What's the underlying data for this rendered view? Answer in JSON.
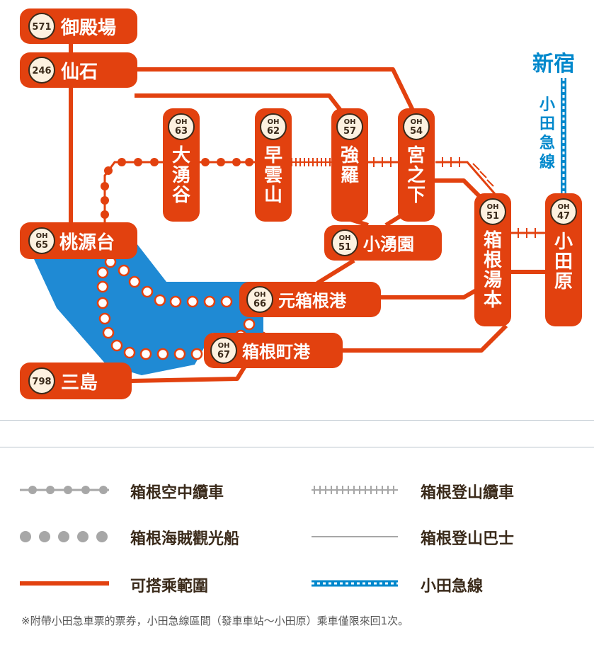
{
  "stations": {
    "gotemba": {
      "code": "571",
      "name": "御殿場"
    },
    "sengoku": {
      "code": "246",
      "name": "仙石"
    },
    "owakudani": {
      "code_top": "OH",
      "code_num": "63",
      "name": [
        "大",
        "湧",
        "谷"
      ]
    },
    "sounzan": {
      "code_top": "OH",
      "code_num": "62",
      "name": [
        "早",
        "雲",
        "山"
      ]
    },
    "gora": {
      "code_top": "OH",
      "code_num": "57",
      "name": [
        "強",
        "羅"
      ]
    },
    "miyanoshita": {
      "code_top": "OH",
      "code_num": "54",
      "name": [
        "宮",
        "之",
        "下"
      ]
    },
    "togendai": {
      "code_top": "OH",
      "code_num": "65",
      "name": "桃源台"
    },
    "kowakien": {
      "code_top": "OH",
      "code_num": "51",
      "name": "小湧園"
    },
    "hakoneyumoto": {
      "code_top": "OH",
      "code_num": "51",
      "name": [
        "箱",
        "根",
        "湯",
        "本"
      ]
    },
    "odawara": {
      "code_top": "OH",
      "code_num": "47",
      "name": [
        "小",
        "田",
        "原"
      ]
    },
    "motohakone": {
      "code_top": "OH",
      "code_num": "66",
      "name": "元箱根港"
    },
    "hakonemachi": {
      "code_top": "OH",
      "code_num": "67",
      "name": "箱根町港"
    },
    "mishima": {
      "code": "798",
      "name": "三島"
    }
  },
  "shinjuku": {
    "name": "新宿",
    "line": [
      "小",
      "田",
      "急",
      "線"
    ]
  },
  "colors": {
    "accent": "#e2410f",
    "lake": "#1f8ad4",
    "odakyu": "#0088cc",
    "gray": "#a7a7a7",
    "text": "#3a2a1a"
  },
  "legend": {
    "ropeway": "箱根空中纜車",
    "railway": "箱根登山纜車",
    "cruise": "箱根海賊觀光船",
    "bus": "箱根登山巴士",
    "free_area": "可搭乘範圍",
    "odakyu": "小田急線"
  },
  "note": "※附帶小田急車票的票券，小田急線區間（發車車站〜小田原）乘車僅限來回1次。"
}
